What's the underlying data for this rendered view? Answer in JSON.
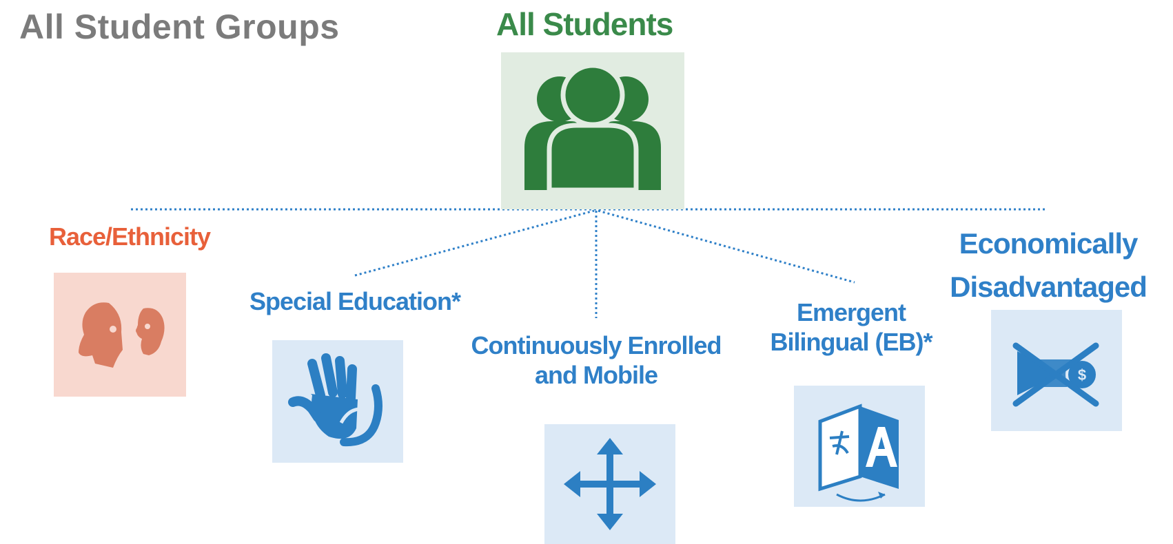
{
  "title": "All Student Groups",
  "root": {
    "label": "All Students",
    "icon": "people-group-icon"
  },
  "groups": [
    {
      "lines": [
        "Race/Ethnicity"
      ],
      "icon": "faces-icon"
    },
    {
      "lines": [
        "Special Education*"
      ],
      "icon": "hands-icon"
    },
    {
      "lines": [
        "Continuously Enrolled",
        "and Mobile"
      ],
      "icon": "move-arrows-icon"
    },
    {
      "lines": [
        "Emergent",
        "Bilingual (EB)*"
      ],
      "icon": "translate-book-icon"
    },
    {
      "lines": [
        "Economically",
        "Disadvantaged"
      ],
      "icon": "no-money-icon"
    }
  ],
  "colors": {
    "title": "#7b7b7b",
    "root_text": "#3a8a4a",
    "root_box": "#e1ece1",
    "root_icon": "#2e7d3c",
    "race_text": "#e8603a",
    "race_box": "#f8d8cf",
    "race_icon": "#d97d62",
    "group_text": "#2f80c8",
    "group_box": "#dce9f6",
    "group_icon": "#2c7fc3",
    "connector": "#2f80c8"
  }
}
